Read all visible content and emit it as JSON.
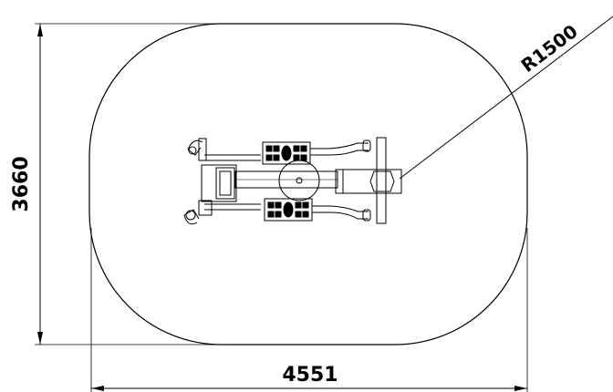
{
  "dimensions": {
    "height": "3660",
    "width": "4551",
    "radius": "R1500"
  },
  "icons": {
    "equipment": "fitness-equipment-top-view-icon",
    "safety_zone": "rounded-rectangle-safety-zone"
  },
  "colors": {
    "line": "#000000",
    "background": "#ffffff"
  }
}
